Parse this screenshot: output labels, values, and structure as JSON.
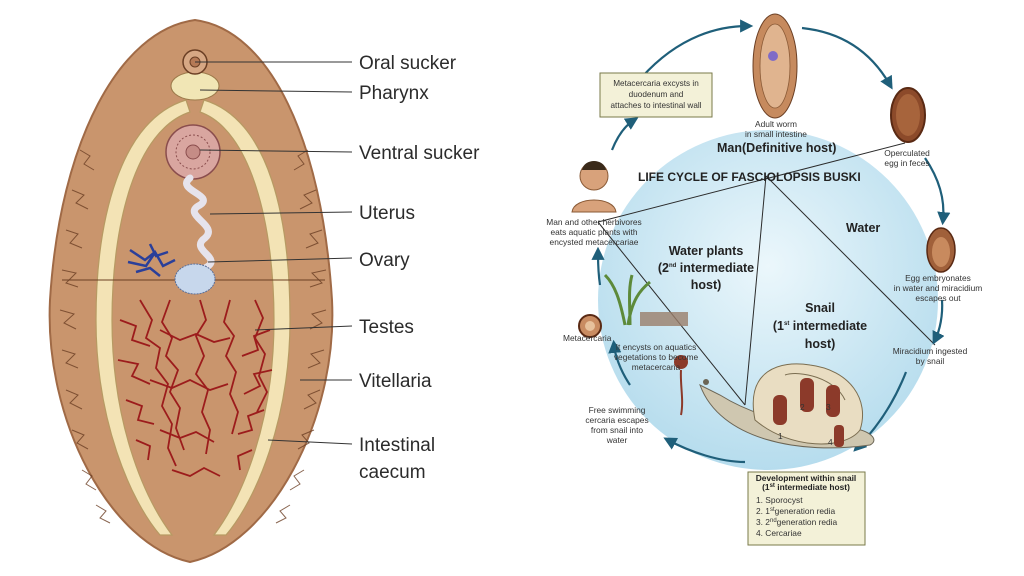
{
  "anatomy": {
    "labels": {
      "oral_sucker": "Oral sucker",
      "pharynx": "Pharynx",
      "ventral_sucker": "Ventral sucker",
      "uterus": "Uterus",
      "ovary": "Ovary",
      "testes": "Testes",
      "vitellaria": "Vitellaria",
      "intestinal_caecum_1": "Intestinal",
      "intestinal_caecum_2": "caecum"
    },
    "colors": {
      "body": "#c9956d",
      "body_edge": "#a06a46",
      "caecum": "#f3e3b5",
      "testes": "#9c1c1c",
      "ovary_blue": "#2a3f9a"
    }
  },
  "lifecycle": {
    "title": "LIFE CYCLE OF FASCIOLOPSIS BUSKI",
    "host_definitive": "Man(Definitive host)",
    "water": "Water",
    "water_plants": {
      "l1": "Water plants",
      "l2a": "(2",
      "l2sup": "nd",
      "l2b": " intermediate",
      "l3": "host)"
    },
    "snail": {
      "l1": "Snail",
      "l2a": "(1",
      "l2sup": "st",
      "l2b": " intermediate",
      "l3": "host)"
    },
    "excyst_box": [
      "Metacercaria excysts in",
      "duodenum and",
      "attaches to intestinal wall"
    ],
    "adult_worm": [
      "Adult worm",
      "in small intestine"
    ],
    "operculated": [
      "Operculated",
      "egg in feces"
    ],
    "embryonates": [
      "Egg embryonates",
      "in water and miracidium",
      "escapes out"
    ],
    "miracidium": [
      "Miracidium ingested",
      "by snail"
    ],
    "man_eats": [
      "Man and other herbivores",
      "eats aquatic plants with",
      "encysted metacercariae"
    ],
    "metacercaria": "Metacercaria",
    "encysts": [
      "It encysts  on aquatics",
      "vegetations to become",
      "metacercaria"
    ],
    "free_swim": [
      "Free swimming",
      "cercaria escapes",
      "from snail into",
      "water"
    ],
    "snail_stage_numbers": [
      "1",
      "2",
      "3",
      "4"
    ],
    "development": {
      "title": "Development within snail",
      "subtitle_a": "(1",
      "subtitle_sup": "st",
      "subtitle_b": " intermediate host)",
      "items": [
        {
          "a": "1. Sporocyst",
          "sup": "",
          "b": ""
        },
        {
          "a": "2. 1",
          "sup": "st",
          "b": "generation redia"
        },
        {
          "a": "3. 2",
          "sup": "nd",
          "b": "generation redia"
        },
        {
          "a": "4. Cercariae",
          "sup": "",
          "b": ""
        }
      ]
    },
    "colors": {
      "arrow": "#1f5f7a",
      "water_bg": "#bfe3f2",
      "box_bg": "#f3f1d8",
      "box_border": "#7a7a4a"
    }
  }
}
